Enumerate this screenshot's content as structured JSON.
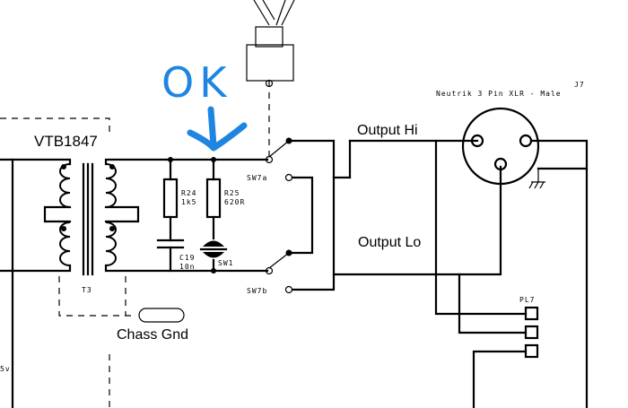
{
  "annotation": {
    "text": "OK",
    "color": "#1e86e0"
  },
  "transformer": {
    "name": "VTB1847",
    "ref": "T3"
  },
  "components": {
    "r24": {
      "ref": "R24",
      "value": "1k5"
    },
    "r25": {
      "ref": "R25",
      "value": "620R"
    },
    "c19": {
      "ref": "C19",
      "value": "10n"
    },
    "sw1": {
      "ref": "SW1"
    }
  },
  "switches": {
    "a": "SW7a",
    "b": "SW7b"
  },
  "connector": {
    "ref": "J7",
    "description": "Neutrik 3 Pin XLR - Male"
  },
  "labels": {
    "output_hi": "Output Hi",
    "output_lo": "Output Lo",
    "chassis_gnd": "Chass Gnd",
    "pl7": "PL7",
    "edge_fragment": "5v"
  },
  "arrow_icon": "hand-drawn-down-arrow"
}
